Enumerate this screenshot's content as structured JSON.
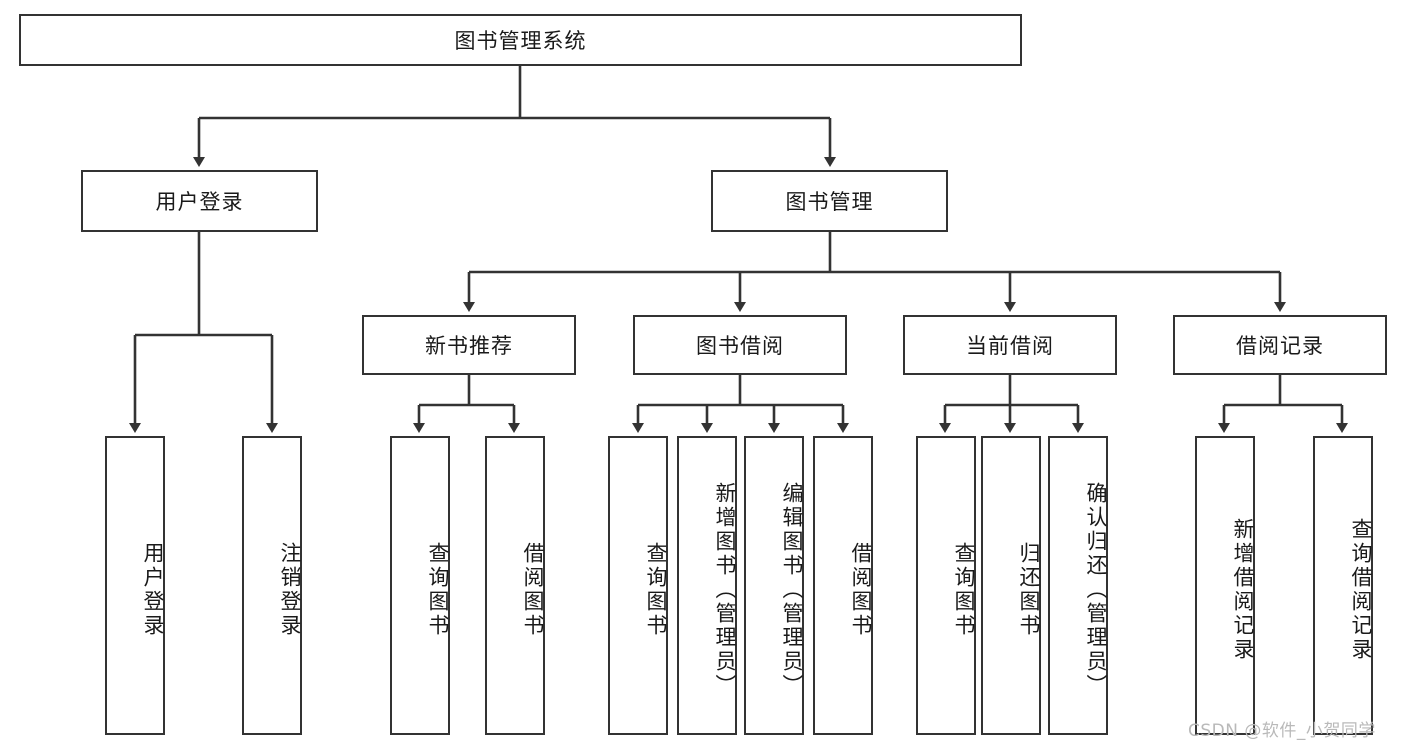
{
  "diagram": {
    "type": "tree-hierarchy",
    "title": "图书管理系统",
    "root": {
      "label": "图书管理系统"
    },
    "level2": [
      {
        "label": "用户登录"
      },
      {
        "label": "图书管理"
      }
    ],
    "level3": [
      {
        "label": "新书推荐"
      },
      {
        "label": "图书借阅"
      },
      {
        "label": "当前借阅"
      },
      {
        "label": "借阅记录"
      }
    ],
    "leaves": {
      "user_login": [
        {
          "label": "用户登录"
        },
        {
          "label": "注销登录"
        }
      ],
      "new_book_recommend": [
        {
          "label": "查询图书"
        },
        {
          "label": "借阅图书"
        }
      ],
      "book_borrow": [
        {
          "label": "查询图书"
        },
        {
          "label": "新增图书（管理员）"
        },
        {
          "label": "编辑图书（管理员）"
        },
        {
          "label": "借阅图书"
        }
      ],
      "current_borrow": [
        {
          "label": "查询图书"
        },
        {
          "label": "归还图书"
        },
        {
          "label": "确认归还（管理员）"
        }
      ],
      "borrow_records": [
        {
          "label": "新增借阅记录"
        },
        {
          "label": "查询借阅记录"
        }
      ]
    }
  },
  "watermark": {
    "text": "CSDN @软件_小贺同学"
  },
  "colors": {
    "background": "#ffffff",
    "box_border": "#333333",
    "box_fill": "#ffffff",
    "text": "#1a1a1a",
    "connector": "#333333",
    "watermark": "#b9b9b9"
  }
}
